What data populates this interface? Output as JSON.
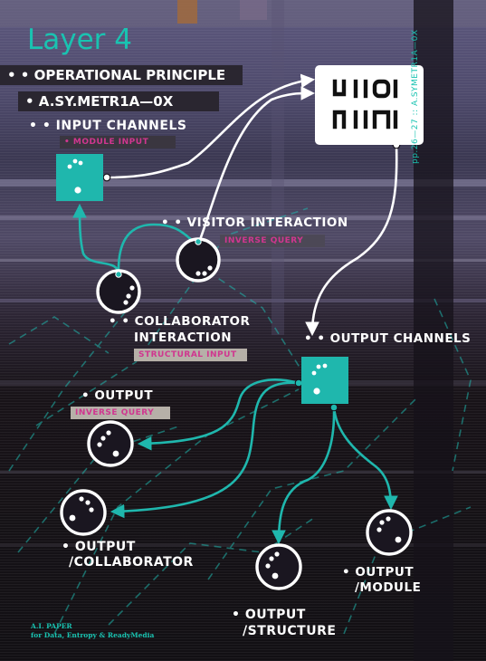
{
  "title": "Layer 4",
  "side_text": "pp.26—27 :: A.SYMETR1A—0X",
  "header": {
    "principle": "• • OPERATIONAL PRINCIPLE",
    "module_name": "• A.SY.METR1A—0X"
  },
  "input_channels": {
    "label": "• • INPUT CHANNELS",
    "tag": "• MODULE INPUT"
  },
  "visitor": {
    "label": "• • VISITOR INTERACTION",
    "tag": "INVERSE QUERY"
  },
  "collaborator": {
    "line1": "• • COLLABORATOR",
    "line2": "INTERACTION",
    "tag": "STRUCTURAL INPUT"
  },
  "output_channels": {
    "label": "• • OUTPUT CHANNELS"
  },
  "output": {
    "label": "• OUTPUT",
    "tag": "INVERSE QUERY"
  },
  "output_collaborator": {
    "line1": "• OUTPUT",
    "line2": "/COLLABORATOR"
  },
  "output_structure": {
    "line1": "• OUTPUT",
    "line2": "/STRUCTURE"
  },
  "output_module": {
    "line1": "• OUTPUT",
    "line2": "/MODULE"
  },
  "footer": {
    "line1": "A.I. PAPER",
    "line2": "for Data, Entropy & ReadyMedia"
  },
  "colors": {
    "teal": "#1fb7ad",
    "teal_text": "#19c3b1",
    "magenta": "#d0368f",
    "white": "#ffffff"
  }
}
